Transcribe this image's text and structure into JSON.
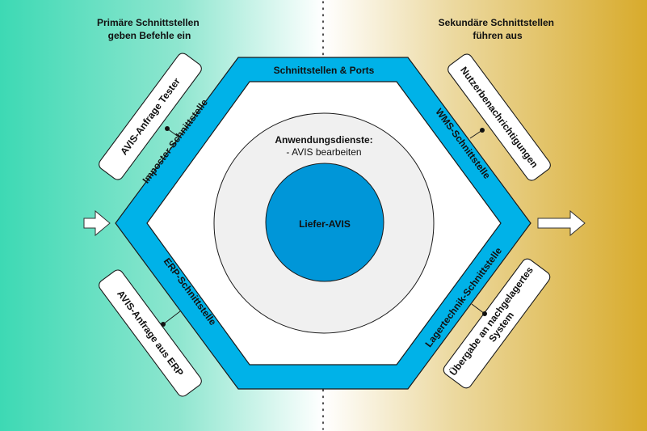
{
  "headers": {
    "left": [
      "Primäre Schnittstellen",
      "geben Befehle ein"
    ],
    "right": [
      "Sekundäre Schnittstellen",
      "führen aus"
    ]
  },
  "hexagon": {
    "top_label": "Schnittstellen & Ports",
    "side_labels": {
      "top_left": "Imposter-Schnittstelle",
      "bottom_left": "ERP-Schnittstelle",
      "top_right": "WMS-Schnittstelle",
      "bottom_right": "Lagertechnik-Schnittstelle"
    }
  },
  "application_services": {
    "title": "Anwendungsdienste:",
    "items": [
      "- AVIS bearbeiten"
    ]
  },
  "core": {
    "label": "Liefer-AVIS"
  },
  "adapters": {
    "top_left": [
      "AVIS-Anfrage Tester"
    ],
    "bottom_left": [
      "AVIS-Anfrage aus ERP"
    ],
    "top_right": [
      "Nutzerbenachrichtigungen"
    ],
    "bottom_right": [
      "Übergabe an nachgelagertes",
      "System"
    ]
  },
  "arrows": {
    "left": "arrow-right-icon",
    "right": "arrow-right-icon"
  },
  "colors": {
    "primary_side": "#3dd9b4",
    "secondary_side": "#d8ab2c",
    "port_band": "#00b2e8",
    "core": "#0096d8",
    "services_ring": "#f0f0f0"
  }
}
